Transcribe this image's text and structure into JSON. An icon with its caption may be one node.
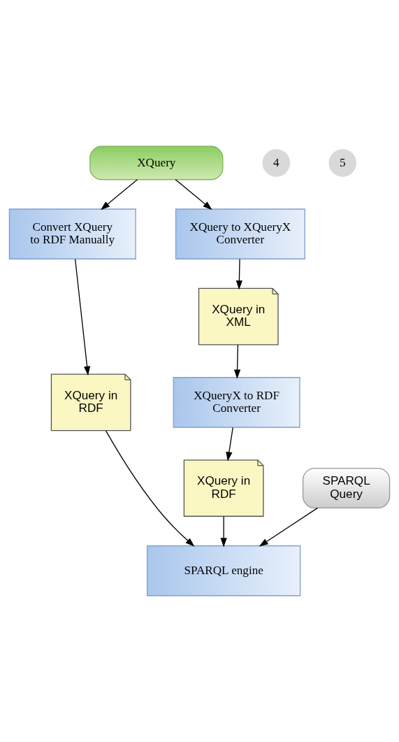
{
  "diagram": {
    "nodes": [
      {
        "text": [
          "XQuery"
        ]
      },
      {
        "text": [
          "4"
        ]
      },
      {
        "text": [
          "5"
        ]
      },
      {
        "text": [
          "Convert XQuery to RDF Manually"
        ]
      },
      {
        "text": [
          "XQuery to XQueryX Converter"
        ]
      },
      {
        "text": [
          "XQuery in RDF"
        ]
      },
      {
        "text": [
          "XQuery in XML"
        ]
      },
      {
        "text": [
          "XQueryX to RDF Converter"
        ]
      },
      {
        "text": [
          "XQuery in RDF"
        ]
      },
      {
        "text": [
          "SPARQL engine"
        ]
      },
      {
        "text": [
          "SPARQL Query"
        ]
      }
    ],
    "edges": [
      {
        "from": 0,
        "to": 3,
        "arrow": "to"
      },
      {
        "from": 0,
        "to": 4,
        "arrow": "to"
      },
      {
        "from": 3,
        "to": 5,
        "arrow": "to"
      },
      {
        "from": 4,
        "to": 6,
        "arrow": "to"
      },
      {
        "from": 6,
        "to": 7,
        "arrow": "to"
      },
      {
        "from": 7,
        "to": 8,
        "arrow": "to"
      },
      {
        "from": 5,
        "to": 9,
        "arrow": "to"
      },
      {
        "from": 8,
        "to": 9,
        "arrow": "to"
      },
      {
        "from": 10,
        "to": 9,
        "arrow": "to"
      }
    ]
  }
}
